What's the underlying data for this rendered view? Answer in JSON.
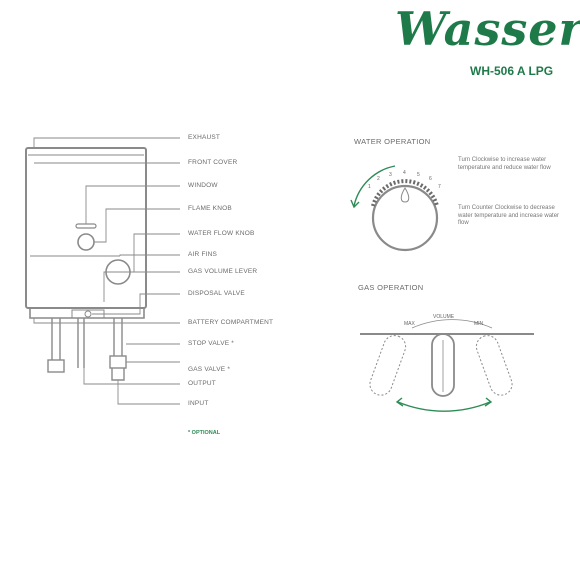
{
  "brand": {
    "logo": "Wasser",
    "model": "WH-506 A LPG",
    "color": "#1f7a4a"
  },
  "parts": {
    "exhaust": "EXHAUST",
    "front_cover": "FRONT COVER",
    "window": "WINDOW",
    "flame_knob": "FLAME KNOB",
    "water_flow_knob": "WATER FLOW KNOB",
    "air_fins": "AIR FINS",
    "gas_volume_lever": "GAS VOLUME LEVER",
    "disposal_valve": "DISPOSAL VALVE",
    "battery_compartment": "BATTERY COMPARTMENT",
    "stop_valve": "STOP VALVE *",
    "gas_valve": "GAS VALVE *",
    "output": "OUTPUT",
    "input": "INPUT",
    "optional_note": "* OPTIONAL"
  },
  "water_operation": {
    "title": "WATER OPERATION",
    "clockwise_note": "Turn Clockwise to increase water temperature and reduce water flow",
    "counter_note": "Turn Counter Clockwise to decrease water temperature and increase water flow",
    "dial_numbers": [
      "1",
      "2",
      "3",
      "4",
      "5",
      "6",
      "7"
    ]
  },
  "gas_operation": {
    "title": "GAS OPERATION",
    "max": "MAX",
    "volume": "VOLUME",
    "min": "MIN"
  }
}
